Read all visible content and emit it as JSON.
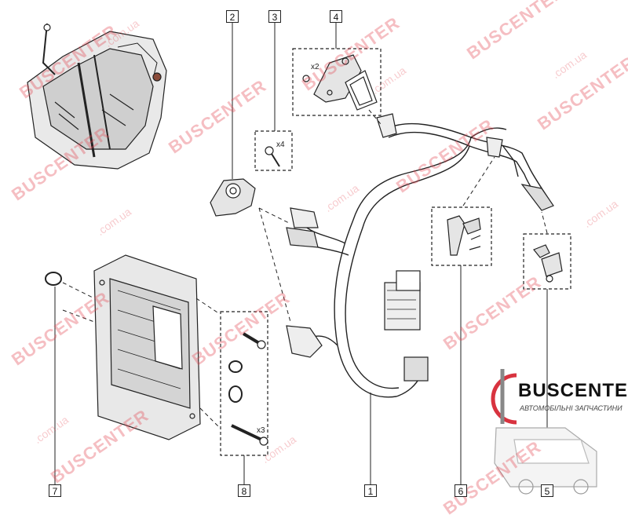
{
  "callouts": {
    "c1": "1",
    "c2": "2",
    "c3": "3",
    "c4": "4",
    "c5": "5",
    "c6": "6",
    "c7": "7",
    "c8": "8"
  },
  "quantities": {
    "screw_x4": "x4",
    "bolt_x2": "x2",
    "bolt_x3": "x3"
  },
  "watermark": {
    "brand": "BUSCENTER",
    "domain": ".com.ua"
  },
  "logo": {
    "name": "BUSCENTER",
    "tagline": "АВТОМОБІЛЬНІ ЗАПЧАСТИНИ"
  },
  "colors": {
    "watermark": "#e14650",
    "logo_ring": "#d8333f",
    "line": "#222222"
  }
}
